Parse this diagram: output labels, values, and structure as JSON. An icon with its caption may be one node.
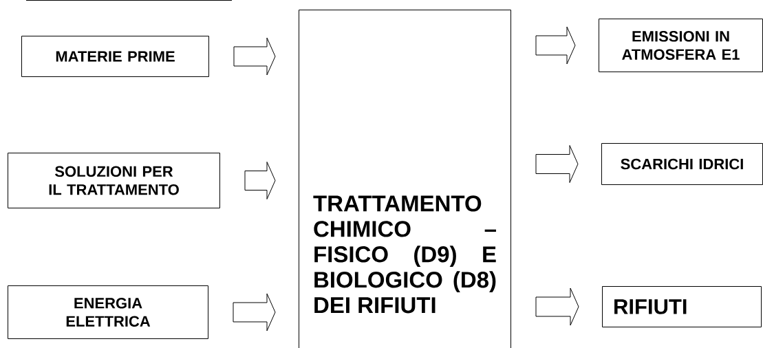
{
  "diagram": {
    "nodes": [
      {
        "text": [
          "MATERIE PRIME"
        ]
      },
      {
        "text": [
          "SOLUZIONI PER IL TRATTAMENTO"
        ]
      },
      {
        "text": [
          "ENERGIA ELETTRICA"
        ]
      },
      {
        "text": [
          "TRATTAMENTO CHIMICO – FISICO (D9) E BIOLOGICO (D8) DEI RIFIUTI"
        ]
      },
      {
        "text": [
          "EMISSIONI IN ATMOSFERA E1"
        ]
      },
      {
        "text": [
          "SCARICHI IDRICI"
        ]
      },
      {
        "text": [
          "RIFIUTI"
        ]
      }
    ],
    "edges": [
      {
        "from": 0,
        "to": 3,
        "arrow": "to"
      },
      {
        "from": 1,
        "to": 3,
        "arrow": "to"
      },
      {
        "from": 2,
        "to": 3,
        "arrow": "to"
      },
      {
        "from": 3,
        "to": 4,
        "arrow": "to"
      },
      {
        "from": 3,
        "to": 5,
        "arrow": "to"
      },
      {
        "from": 3,
        "to": 6,
        "arrow": "to"
      }
    ]
  }
}
